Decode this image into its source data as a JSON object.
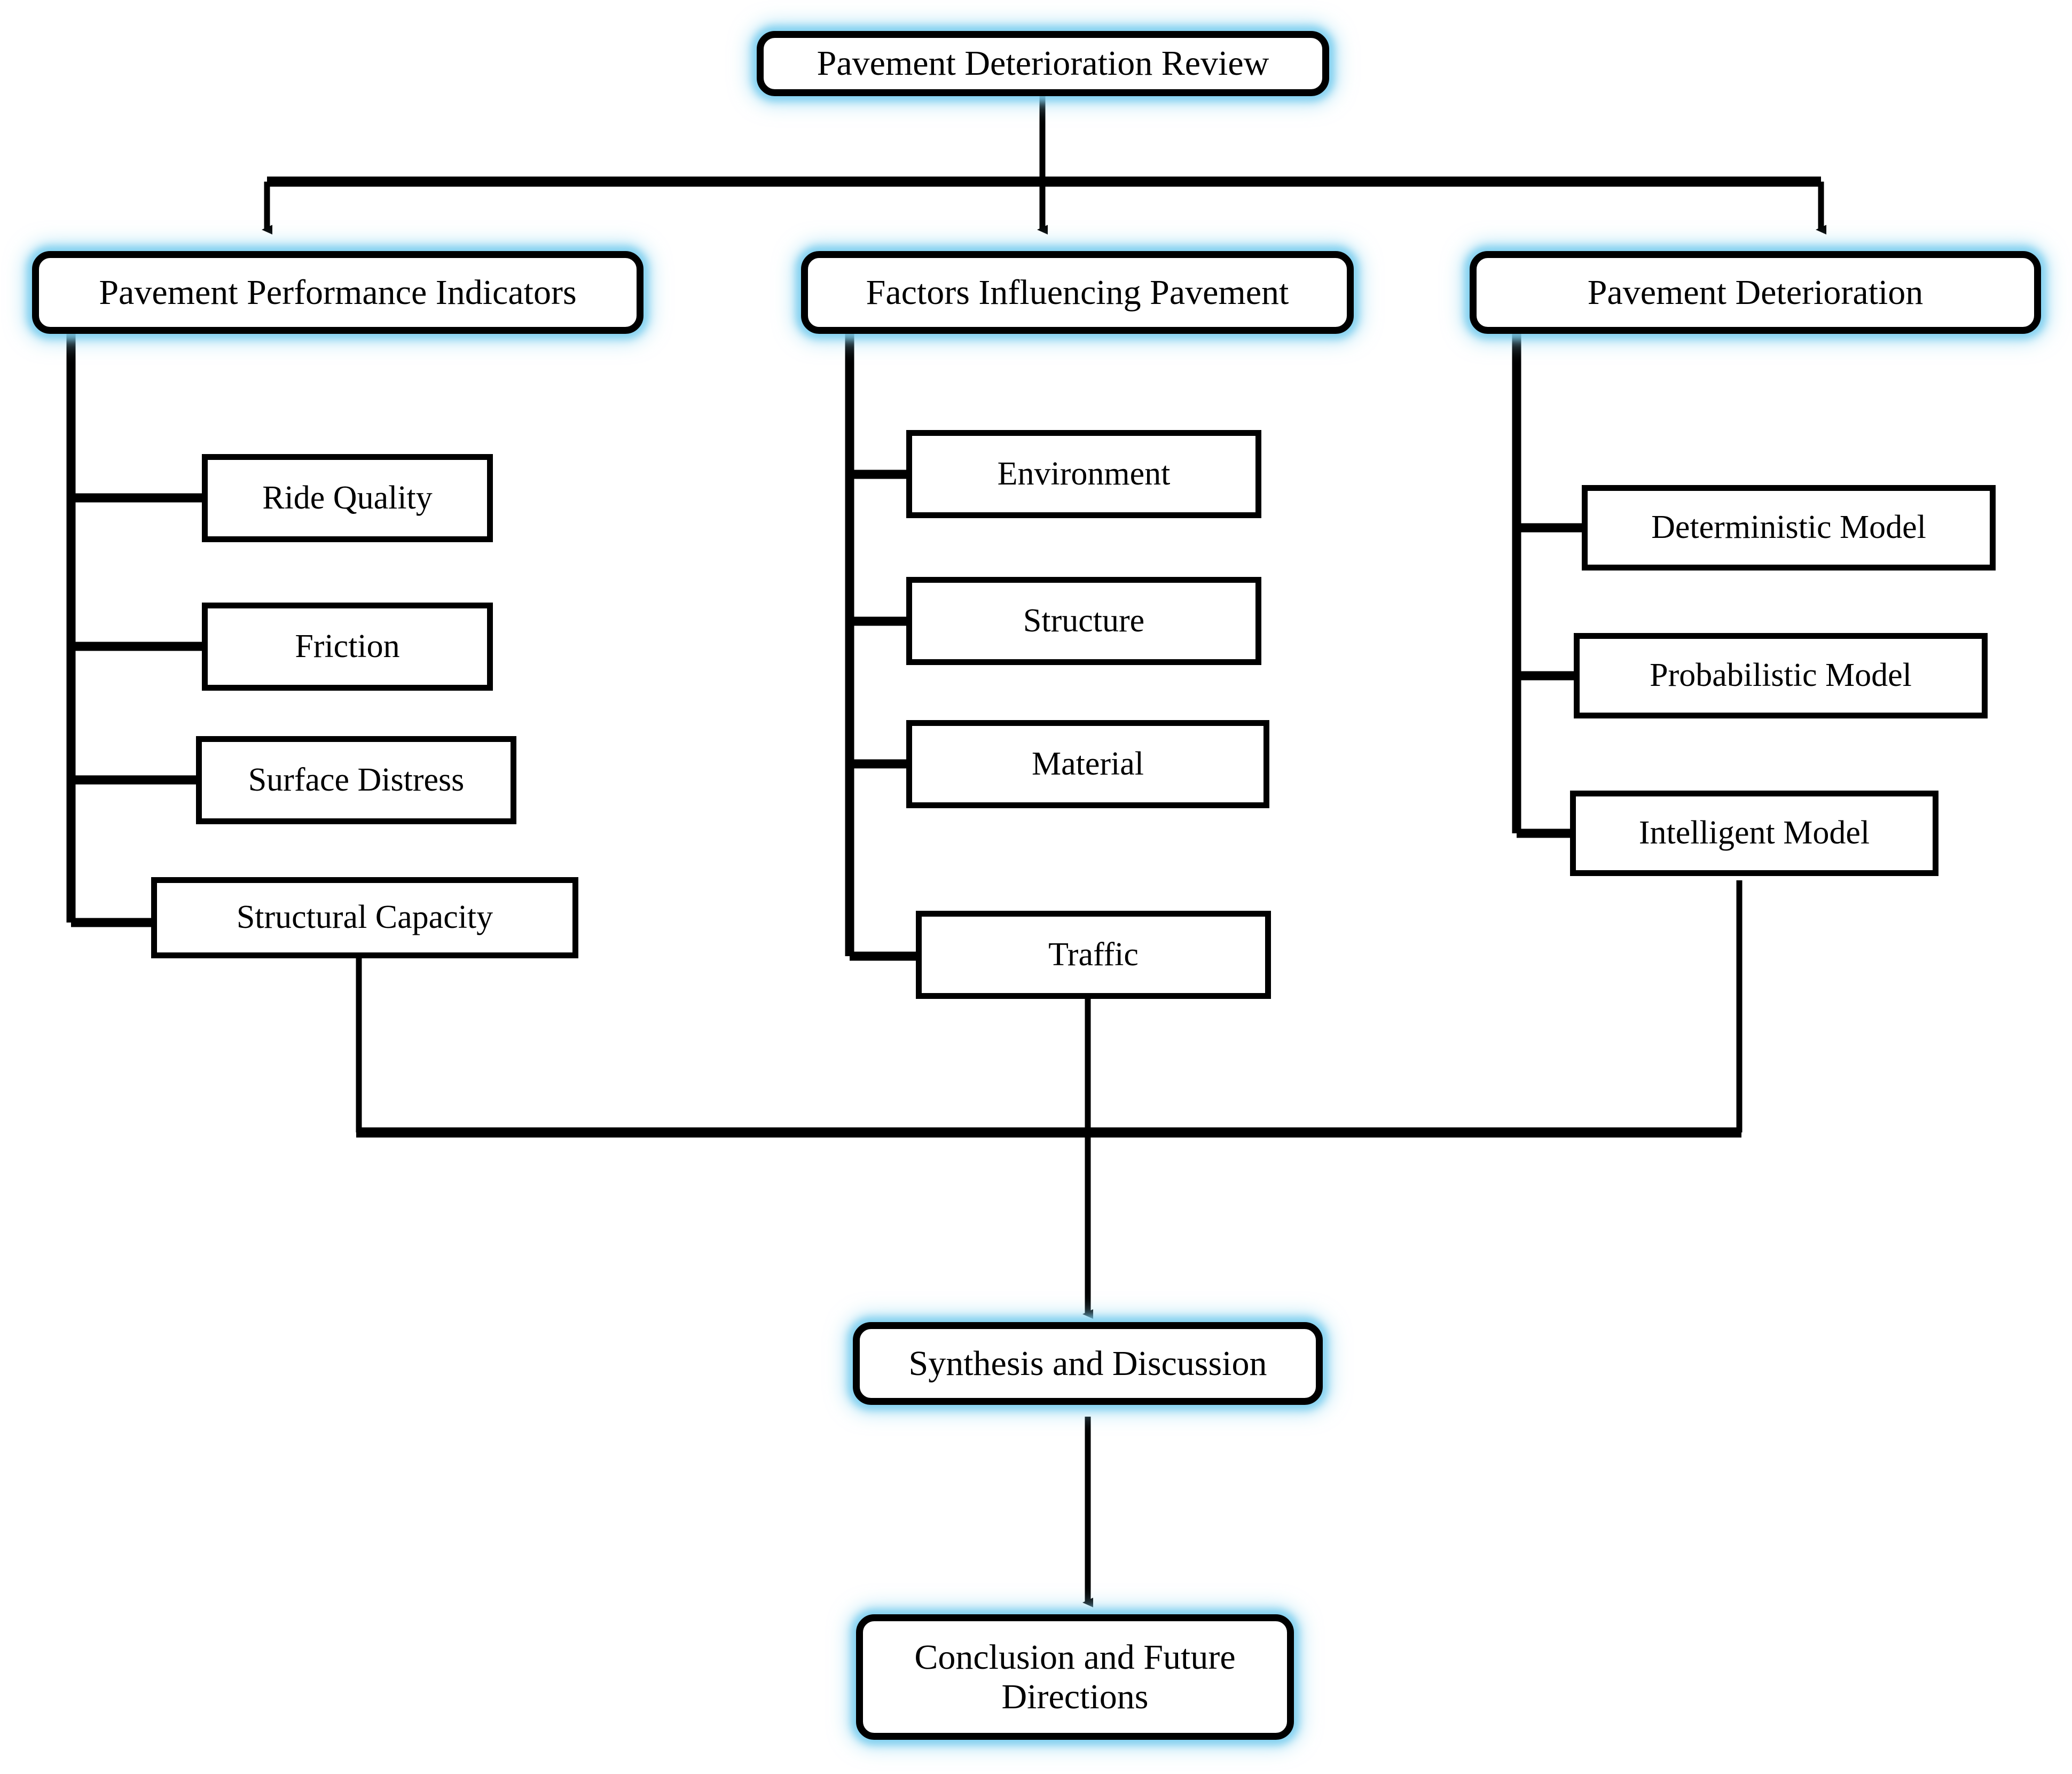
{
  "diagram": {
    "title": "Pavement Deterioration Review flowchart",
    "colors": {
      "background": "#ffffff",
      "line": "#000000",
      "node_fill": "#ffffff",
      "node_border": "#000000",
      "glow": "#78cdee"
    },
    "root": {
      "label": "Pavement Deterioration Review"
    },
    "branches": [
      {
        "id": "performance",
        "label": "Pavement Performance Indicators",
        "children": [
          {
            "label": "Ride Quality"
          },
          {
            "label": "Friction"
          },
          {
            "label": "Surface Distress"
          },
          {
            "label": "Structural Capacity"
          }
        ]
      },
      {
        "id": "factors",
        "label": "Factors Influencing Pavement",
        "children": [
          {
            "label": "Environment"
          },
          {
            "label": "Structure"
          },
          {
            "label": "Material"
          },
          {
            "label": "Traffic"
          }
        ]
      },
      {
        "id": "deterioration",
        "label": "Pavement Deterioration",
        "children": [
          {
            "label": "Deterministic Model"
          },
          {
            "label": "Probabilistic Model"
          },
          {
            "label": "Intelligent Model"
          }
        ]
      }
    ],
    "synthesis": {
      "label": "Synthesis and Discussion"
    },
    "conclusion": {
      "label": "Conclusion and Future\nDirections"
    }
  }
}
